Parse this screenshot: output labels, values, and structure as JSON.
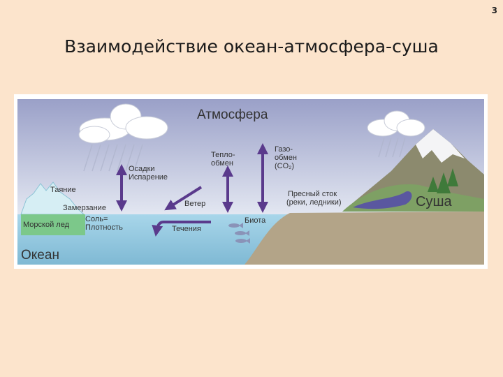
{
  "page_number": "3",
  "title": "Взаимодействие океан-атмосфера-суша",
  "diagram": {
    "atmosphere_label": "Атмосфера",
    "land_label": "Суша",
    "ocean_label": "Океан",
    "precip_line1": "Осадки",
    "precip_line2": "Испарение",
    "heat_line1": "Тепло-",
    "heat_line2": "обмен",
    "gas_line1": "Газо-",
    "gas_line2": "обмен",
    "gas_line3": "(CO₂)",
    "melting": "Таяние",
    "freezing": "Замерзание",
    "sea_ice": "Морской лед",
    "salt_line1": "Соль=",
    "salt_line2": "Плотность",
    "wind": "Ветер",
    "currents": "Течения",
    "biota": "Биота",
    "runoff_line1": "Пресный сток",
    "runoff_line2": "(реки, ледники)"
  },
  "colors": {
    "arrow": "#5a3a8c",
    "sky_top": "#9aa0c8",
    "ocean": "#9fd0e6",
    "land": "#b3a488"
  }
}
